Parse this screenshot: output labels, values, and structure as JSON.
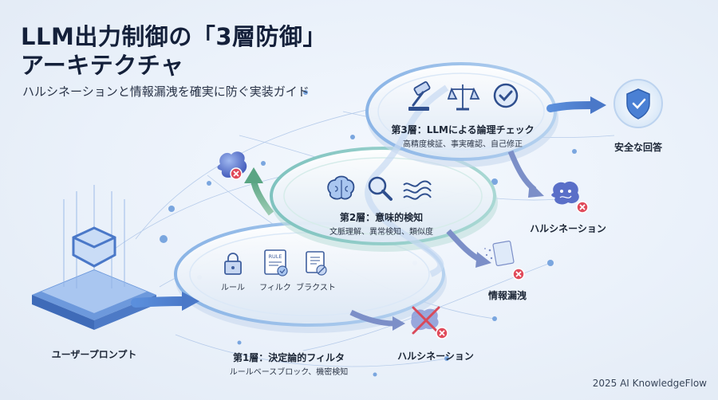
{
  "title": {
    "line1": "LLM出力制御の「3層防御」",
    "line2": "アーキテクチャ"
  },
  "subtitle": "ハルシネーションと情報漏洩を確実に防ぐ実装ガイド",
  "input": {
    "label": "ユーザープロンプト"
  },
  "layer1": {
    "title": "第1層：決定論的フィルタ",
    "desc": "ルールベースブロック、機密検知",
    "icons": [
      "ルール",
      "フィルク",
      "ブラクスト"
    ],
    "rule_badge": "RULE"
  },
  "layer2": {
    "title": "第2層：意味的検知",
    "desc": "文脈理解、異常検知、類似度"
  },
  "layer3": {
    "title": "第3層：LLMによる論理チェック",
    "desc": "高精度検証、事実確認、自己修正"
  },
  "outputs": {
    "safe": "安全な回答",
    "hallucination_1": "ハルシネーション",
    "hallucination_2": "ハルシネーション",
    "leak": "情報漏洩"
  },
  "footer": "2025 AI KnowledgeFlow",
  "colors": {
    "accent": "#4a78c8",
    "reject": "#e04a5a",
    "layer_teal": "#7cc0c0",
    "text_dark": "#14203a"
  }
}
